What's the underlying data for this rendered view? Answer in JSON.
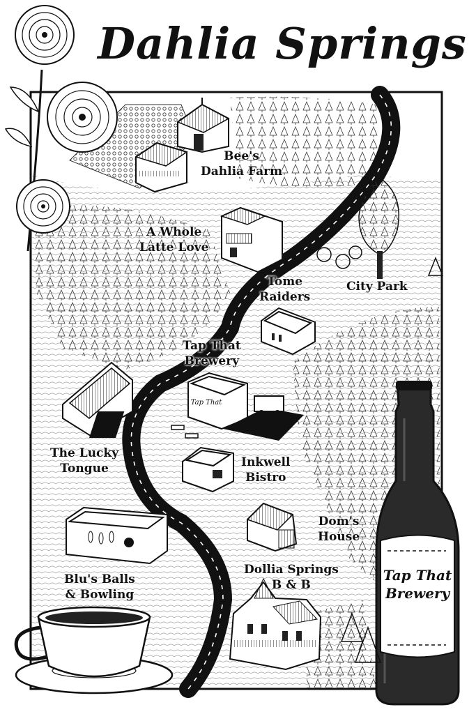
{
  "title": "Dahlia Springs",
  "locations": [
    {
      "id": "bees-dahlia-farm",
      "lines": [
        "Bee's",
        "Dahlia Farm"
      ]
    },
    {
      "id": "a-whole-latte-love",
      "lines": [
        "A Whole",
        "Latte Love"
      ]
    },
    {
      "id": "tome-raiders",
      "lines": [
        "Tome",
        "Raiders"
      ]
    },
    {
      "id": "city-park",
      "lines": [
        "City Park"
      ]
    },
    {
      "id": "tap-that-brewery",
      "lines": [
        "Tap That",
        "Brewery"
      ]
    },
    {
      "id": "the-lucky-tongue",
      "lines": [
        "The Lucky",
        "Tongue"
      ]
    },
    {
      "id": "inkwell-bistro",
      "lines": [
        "Inkwell",
        "Bistro"
      ]
    },
    {
      "id": "doms-house",
      "lines": [
        "Dom's",
        "House"
      ]
    },
    {
      "id": "dollia-springs-bb",
      "lines": [
        "Dollia Springs",
        "B & B"
      ]
    },
    {
      "id": "blus-balls-bowling",
      "lines": [
        "Blu's Balls",
        "& Bowling"
      ]
    }
  ],
  "building_sign": "Tap That",
  "bottle_label": [
    "Tap That",
    "Brewery"
  ],
  "colors": {
    "ink": "#111111",
    "paper": "#ffffff",
    "bottle": "#2a2a2a"
  },
  "icons": [
    "dahlia-flower-icon",
    "coffee-cup-icon",
    "beer-bottle-icon",
    "pine-tree-icon"
  ]
}
